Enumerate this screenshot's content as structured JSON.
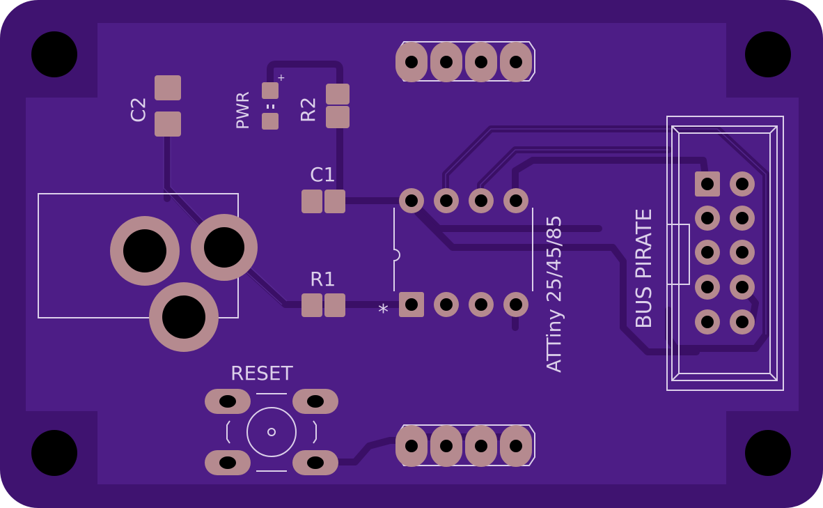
{
  "colors": {
    "board": "#3f1370",
    "copper_fill": "#4d1d86",
    "trace": "#3a0f66",
    "trace_edge": "#5a2d96",
    "pad": "#b58a8f",
    "drill": "#000000",
    "silkscreen": "#dcd0ea",
    "outline": "#24103f"
  },
  "labels": {
    "c2": "C2",
    "pwr": "PWR",
    "pwr_plus": "+",
    "r2": "R2",
    "c1": "C1",
    "r1": "R1",
    "reset": "RESET",
    "attiny": "ATTiny 25/45/85",
    "bus_pirate": "BUS PIRATE",
    "pin1_marker": "*"
  },
  "components": {
    "mounting_holes": 4,
    "header_top_pins": 4,
    "header_bottom_pins": 4,
    "dip_pins": 8,
    "bus_pirate_pins": 10,
    "power_jack_pads": 3,
    "reset_button_pads": 4
  }
}
